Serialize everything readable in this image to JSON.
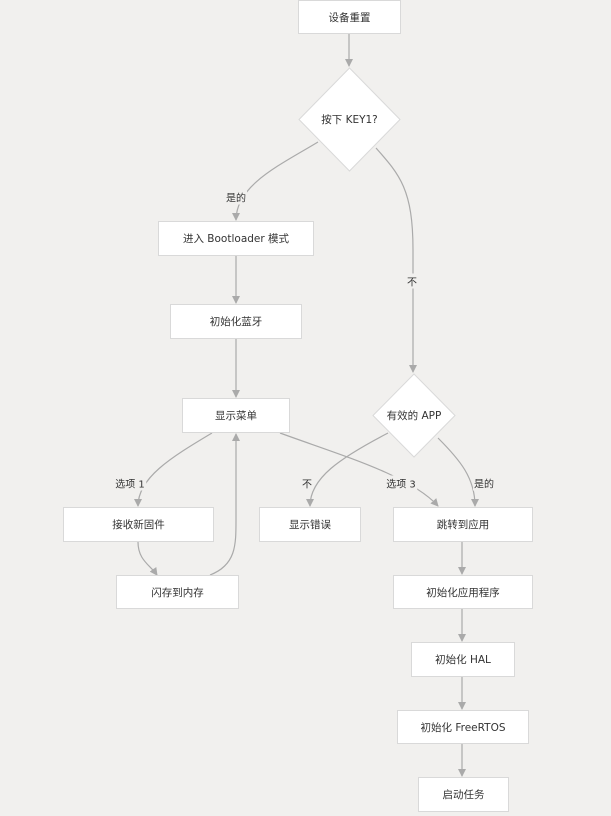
{
  "nodes": {
    "reset": "设备重置",
    "key1": "按下 KEY1?",
    "bootloader": "进入 Bootloader 模式",
    "init_bt": "初始化蓝牙",
    "show_menu": "显示菜单",
    "valid_app": "有效的 APP",
    "recv_fw": "接收新固件",
    "flash": "闪存到内存",
    "show_err": "显示错误",
    "jump_app": "跳转到应用",
    "init_app": "初始化应用程序",
    "init_hal": "初始化 HAL",
    "init_rtos": "初始化 FreeRTOS",
    "start_tasks": "启动任务"
  },
  "edge_labels": {
    "yes_key1": "是的",
    "no_key1": "不",
    "no_app": "不",
    "opt1": "选项 1",
    "opt3": "选项 3",
    "yes_app": "是的"
  },
  "colors": {
    "background": "#f1f0ee",
    "node_fill": "#ffffff",
    "node_border": "#d9d9d9",
    "edge": "#aaaaaa"
  }
}
